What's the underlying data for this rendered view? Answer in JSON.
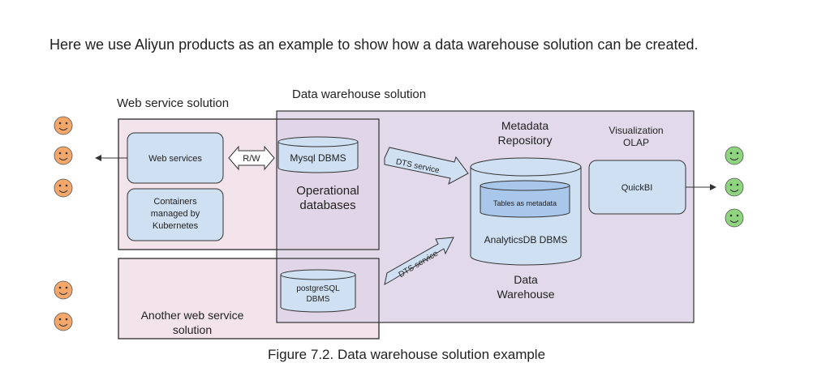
{
  "intro_text": "Here we use Aliyun products as an example to show how a data warehouse solution can be created.",
  "caption": "Figure 7.2. Data warehouse solution example",
  "diagram": {
    "web_service_title": "Web service solution",
    "data_warehouse_title": "Data warehouse solution",
    "web_services": "Web services",
    "containers": [
      "Containers",
      "managed by",
      "Kubernetes"
    ],
    "rw": "R/W",
    "mysql": "Mysql DBMS",
    "operational": [
      "Operational",
      "databases"
    ],
    "dts_top": "DTS service",
    "dts_bottom": "DTS service",
    "metadata_repo": [
      "Metadata",
      "Repository"
    ],
    "tables_metadata": "Tables as metadata",
    "analyticsdb": "AnalyticsDB DBMS",
    "data_warehouse": [
      "Data",
      "Warehouse"
    ],
    "visualization": [
      "Visualization",
      "OLAP"
    ],
    "quickbi": "QuickBI",
    "postgres": [
      "postgreSQL",
      "DBMS"
    ],
    "another_web": [
      "Another web service",
      "solution"
    ]
  },
  "colors": {
    "web_region": "#f3e3ea",
    "dw_region": "#ddd3e6",
    "node_fill": "#cfe0f3",
    "node_fill_dark": "#a9c7ea",
    "stroke": "#333333",
    "face_orange": "#f4a76a",
    "face_green": "#8fd47f"
  }
}
